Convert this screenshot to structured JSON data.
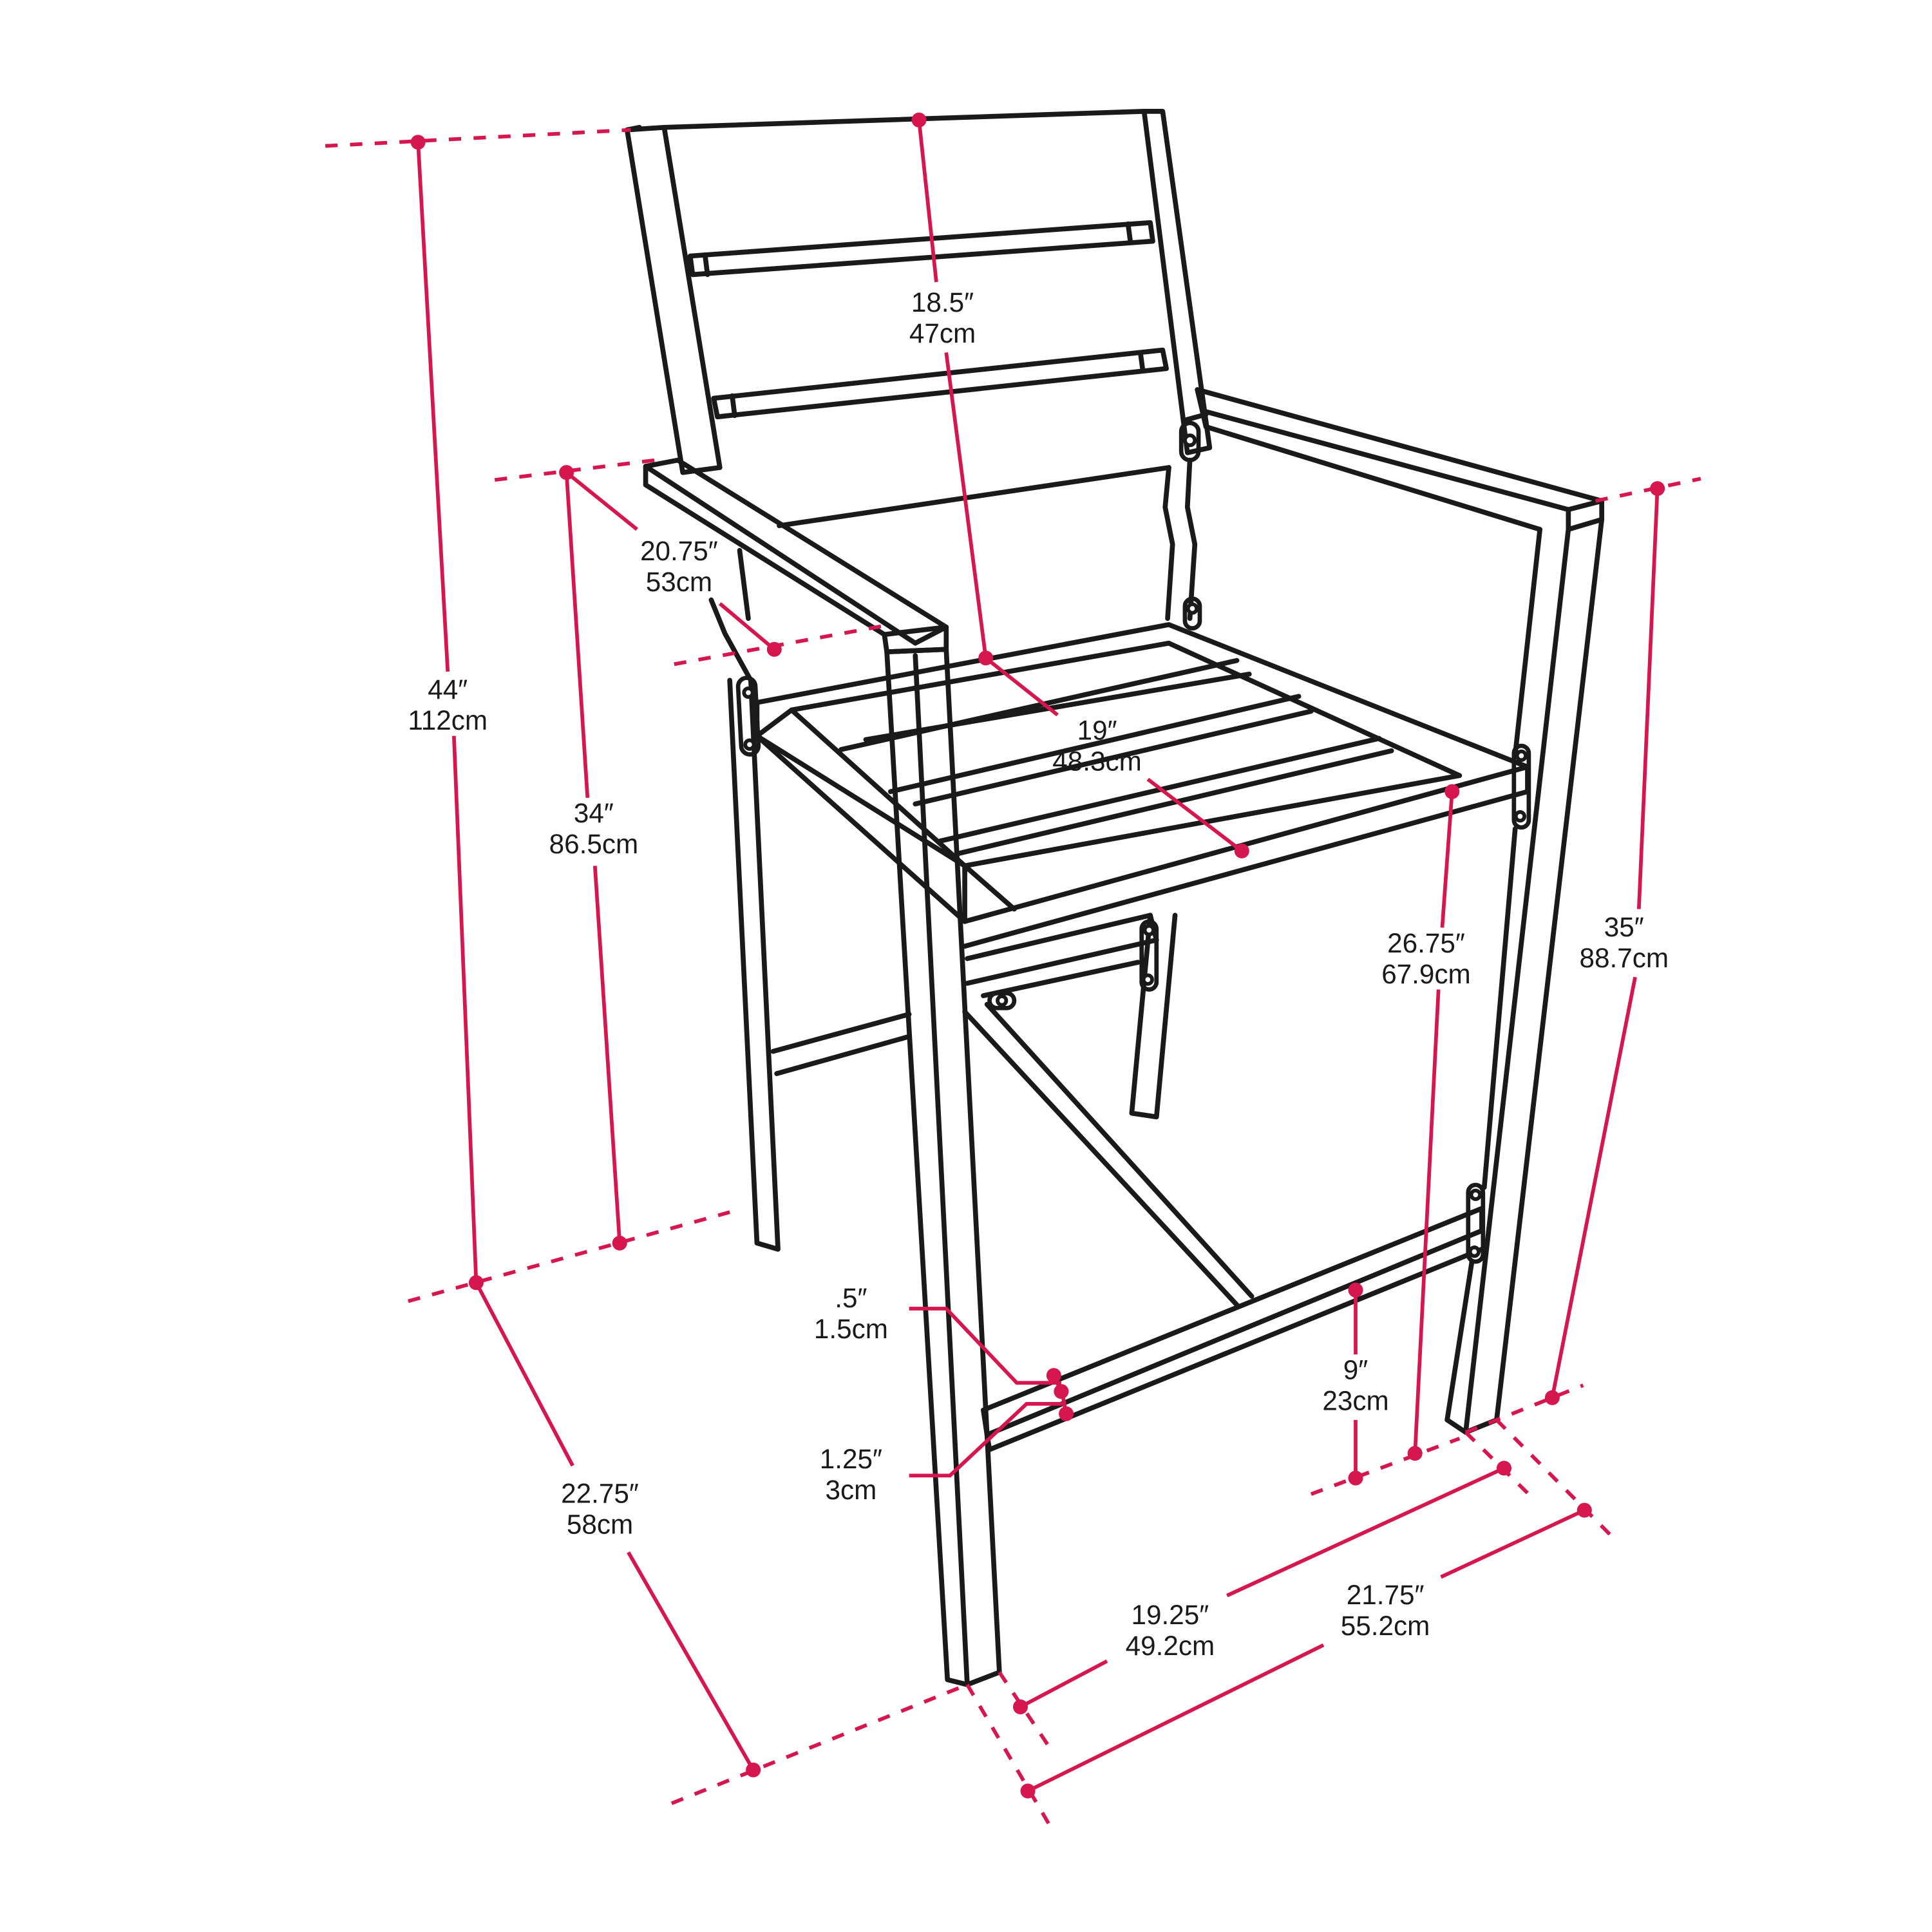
{
  "dimensions": {
    "overall_height": {
      "in": "44″",
      "cm": "112cm"
    },
    "arm_height": {
      "in": "34″",
      "cm": "86.5cm"
    },
    "arm_depth": {
      "in": "20.75″",
      "cm": "53cm"
    },
    "back_width": {
      "in": "18.5″",
      "cm": "47cm"
    },
    "seat_width": {
      "in": "19″",
      "cm": "48.3cm"
    },
    "seat_height": {
      "in": "26.75″",
      "cm": "67.9cm"
    },
    "back_leg_height": {
      "in": "35″",
      "cm": "88.7cm"
    },
    "footrest_height": {
      "in": "9″",
      "cm": "23cm"
    },
    "footrest_thickness": {
      "in": ".5″",
      "cm": "1.5cm"
    },
    "footrest_depth": {
      "in": "1.25″",
      "cm": "3cm"
    },
    "overall_depth": {
      "in": "22.75″",
      "cm": "58cm"
    },
    "inner_width": {
      "in": "19.25″",
      "cm": "49.2cm"
    },
    "overall_width": {
      "in": "21.75″",
      "cm": "55.2cm"
    }
  },
  "colors": {
    "dimension_line": "#d6164f",
    "outline": "#1a1a1a",
    "background": "#ffffff"
  }
}
